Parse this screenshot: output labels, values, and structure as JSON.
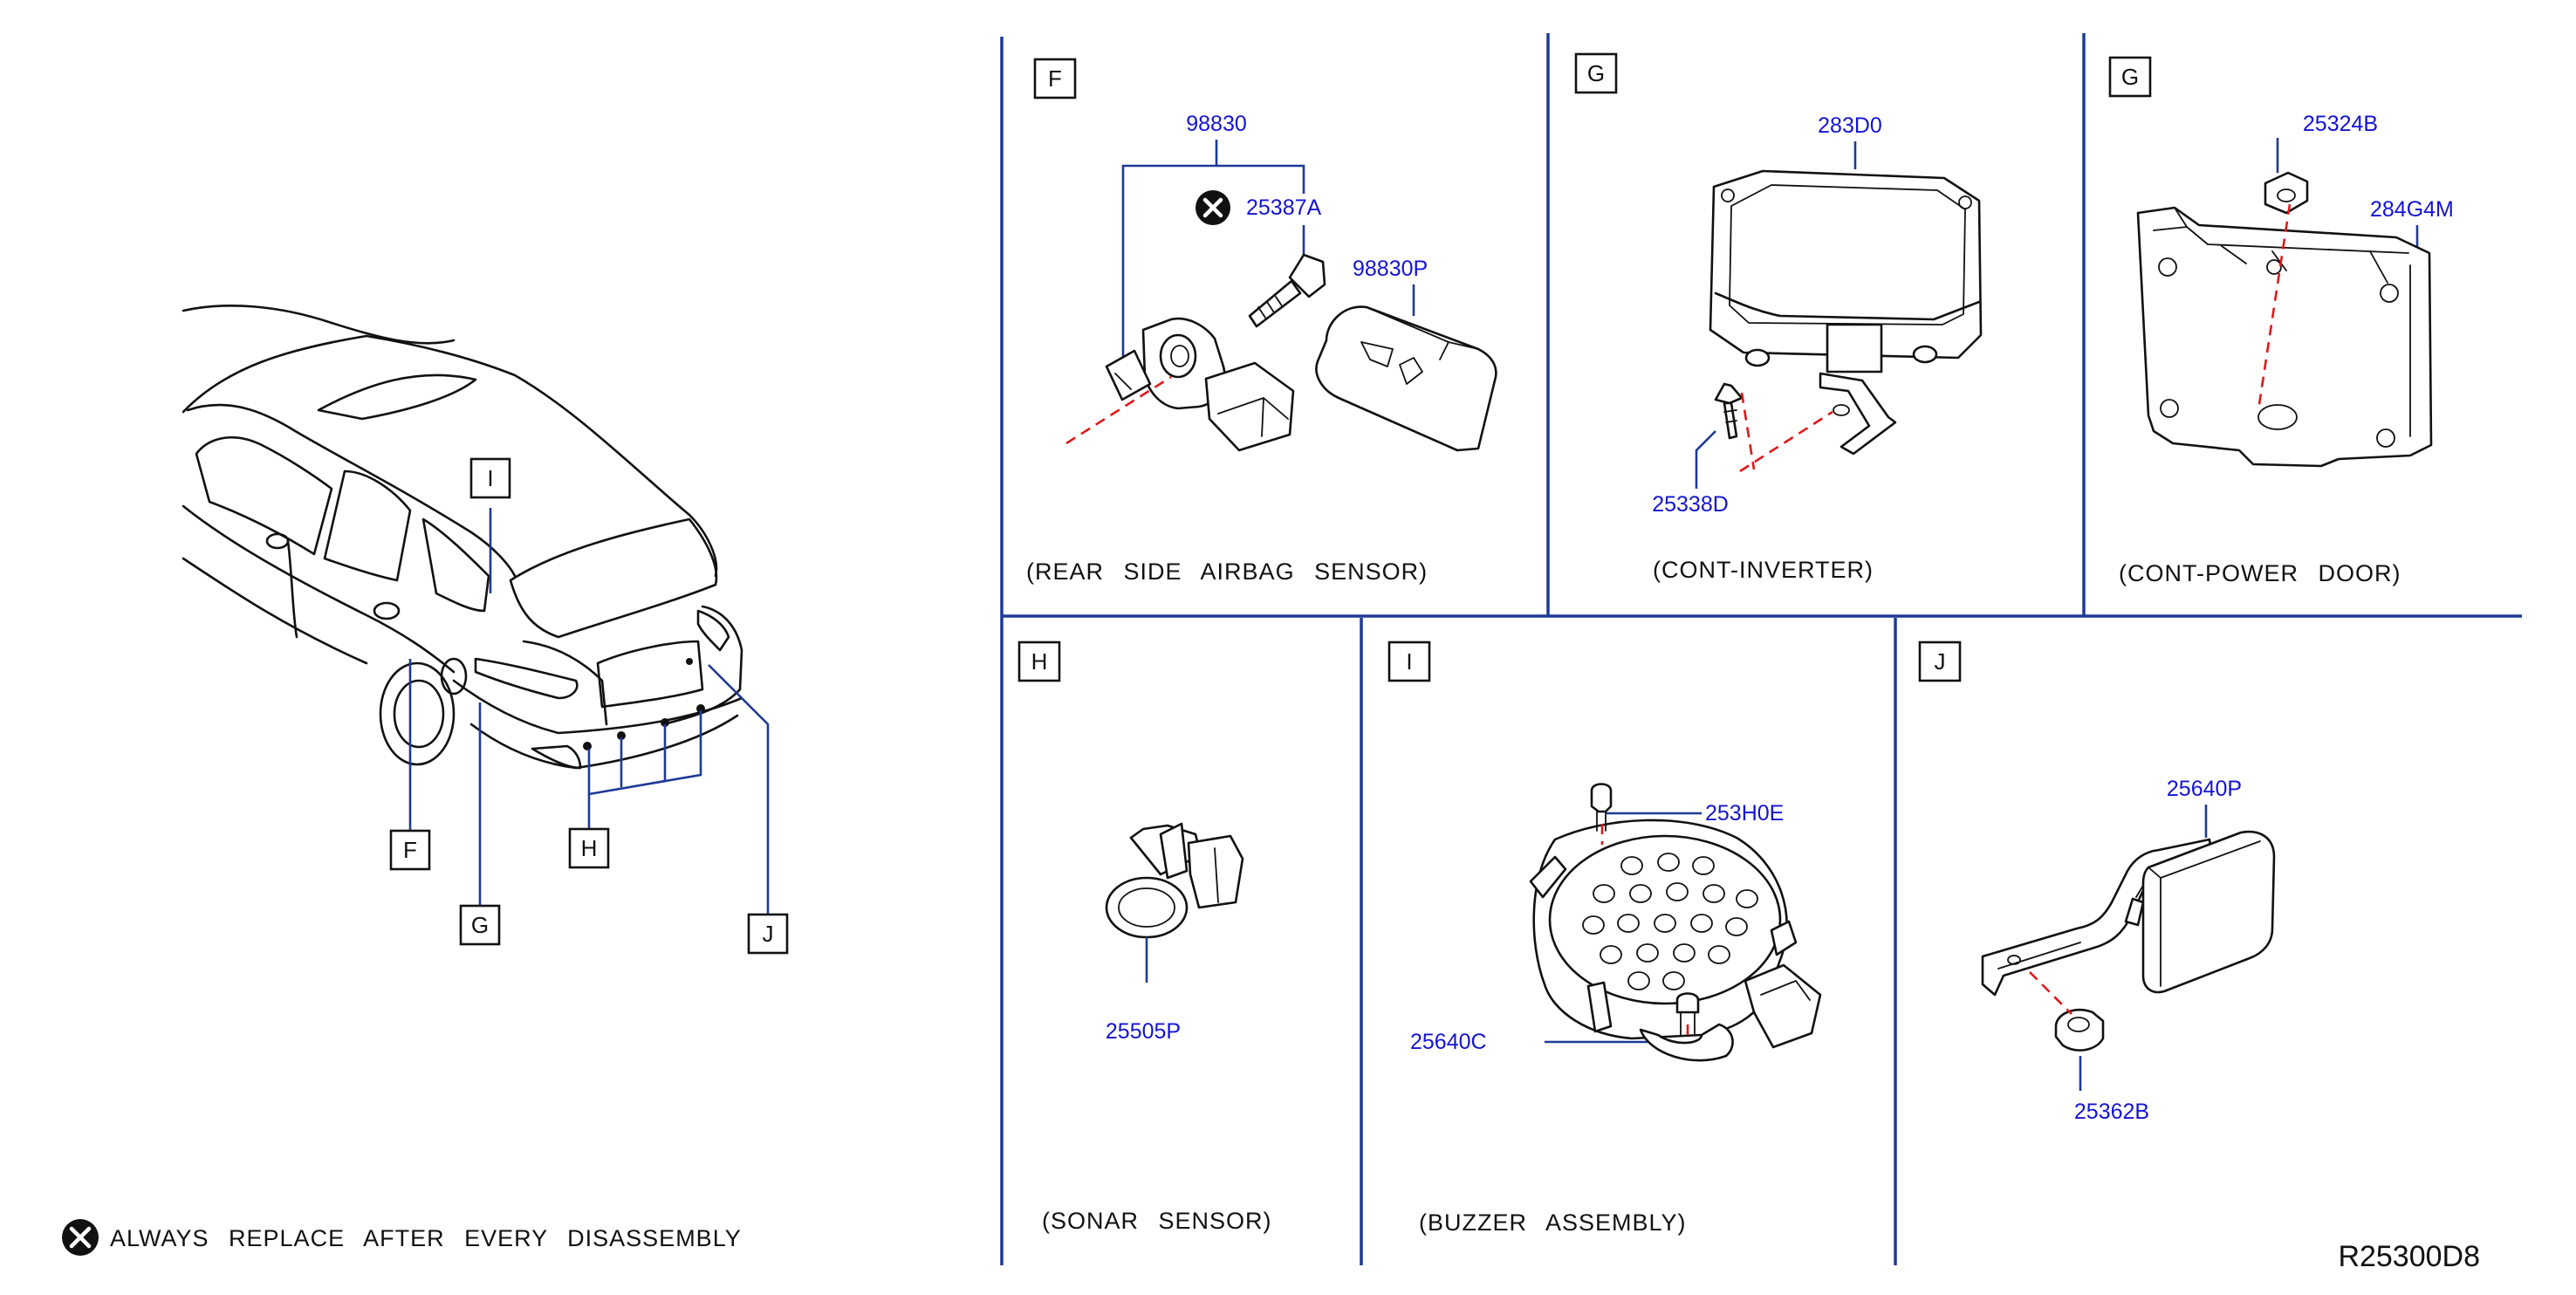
{
  "diagram_code": "R25300D8",
  "legend": {
    "text": "ALWAYS REPLACE AFTER EVERY DISASSEMBLY",
    "icon": "x-circle-icon"
  },
  "vehicle_callouts": [
    "I",
    "F",
    "G",
    "H",
    "J"
  ],
  "panels": {
    "F": {
      "letter": "F",
      "caption": "(REAR SIDE AIRBAG SENSOR)",
      "parts": {
        "p1": "98830",
        "p2": "25387A",
        "p3": "98830P"
      }
    },
    "G1": {
      "letter": "G",
      "caption": "(CONT-INVERTER)",
      "parts": {
        "p1": "283D0",
        "p2": "25338D"
      }
    },
    "G2": {
      "letter": "G",
      "caption": "(CONT-POWER DOOR)",
      "parts": {
        "p1": "25324B",
        "p2": "284G4M"
      }
    },
    "H": {
      "letter": "H",
      "caption": "(SONAR SENSOR)",
      "parts": {
        "p1": "25505P"
      }
    },
    "I": {
      "letter": "I",
      "caption": "(BUZZER ASSEMBLY)",
      "parts": {
        "p1": "253H0E",
        "p2": "25640C"
      }
    },
    "J": {
      "letter": "J",
      "caption": "",
      "parts": {
        "p1": "25640P",
        "p2": "25362B"
      }
    }
  },
  "colors": {
    "part_number": "#1414d2",
    "leader": "#1e3a96",
    "centerline": "#e01818",
    "line": "#111111"
  }
}
